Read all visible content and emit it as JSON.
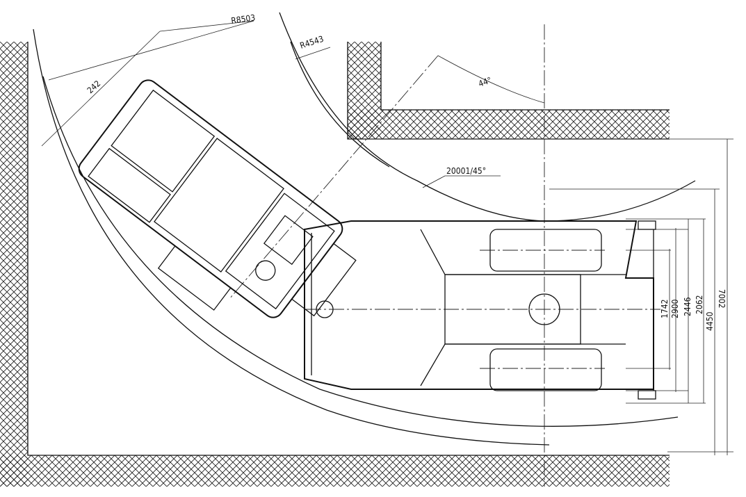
{
  "drawing": {
    "title": "Crane turning radius plan view",
    "dimensions": {
      "outer_radius": "R8503",
      "inner_radius": "R4543",
      "tail_offset": "242",
      "angle": "44°",
      "radius_angle": "20001/45°",
      "track_width_1": "1742",
      "track_width_2": "2900",
      "track_width_3": "2446",
      "track_width_4": "2062",
      "overall_width": "4450",
      "corridor_width": "7002"
    }
  }
}
